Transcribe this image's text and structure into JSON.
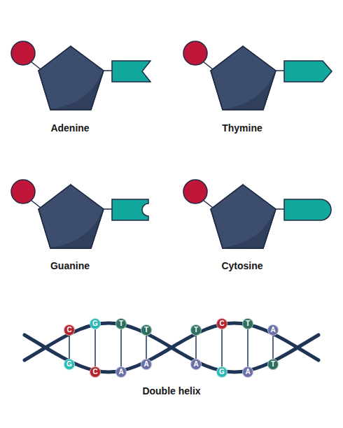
{
  "diagram": {
    "nodes": [
      {
        "text": [
          "Adenine"
        ]
      },
      {
        "text": [
          "Thymine"
        ]
      },
      {
        "text": [
          "Guanine"
        ]
      },
      {
        "text": [
          "Cytosine"
        ]
      },
      {
        "text": [
          "C"
        ]
      },
      {
        "text": [
          "G"
        ]
      },
      {
        "text": [
          "T"
        ]
      },
      {
        "text": [
          "T"
        ]
      },
      {
        "text": [
          "T"
        ]
      },
      {
        "text": [
          "C"
        ]
      },
      {
        "text": [
          "T"
        ]
      },
      {
        "text": [
          "A"
        ]
      },
      {
        "text": [
          "G"
        ]
      },
      {
        "text": [
          "C"
        ]
      },
      {
        "text": [
          "A"
        ]
      },
      {
        "text": [
          "A"
        ]
      },
      {
        "text": [
          "A"
        ]
      },
      {
        "text": [
          "G"
        ]
      },
      {
        "text": [
          "A"
        ]
      },
      {
        "text": [
          "T"
        ]
      }
    ],
    "edges": [
      {
        "from": 4,
        "to": 12,
        "arrow": "none"
      },
      {
        "from": 5,
        "to": 13,
        "arrow": "none"
      },
      {
        "from": 6,
        "to": 14,
        "arrow": "none"
      },
      {
        "from": 7,
        "to": 15,
        "arrow": "none"
      },
      {
        "from": 8,
        "to": 16,
        "arrow": "none"
      },
      {
        "from": 9,
        "to": 17,
        "arrow": "none"
      },
      {
        "from": 10,
        "to": 18,
        "arrow": "none"
      },
      {
        "from": 11,
        "to": 19,
        "arrow": "none"
      }
    ],
    "labels": [
      "Double helix"
    ]
  }
}
